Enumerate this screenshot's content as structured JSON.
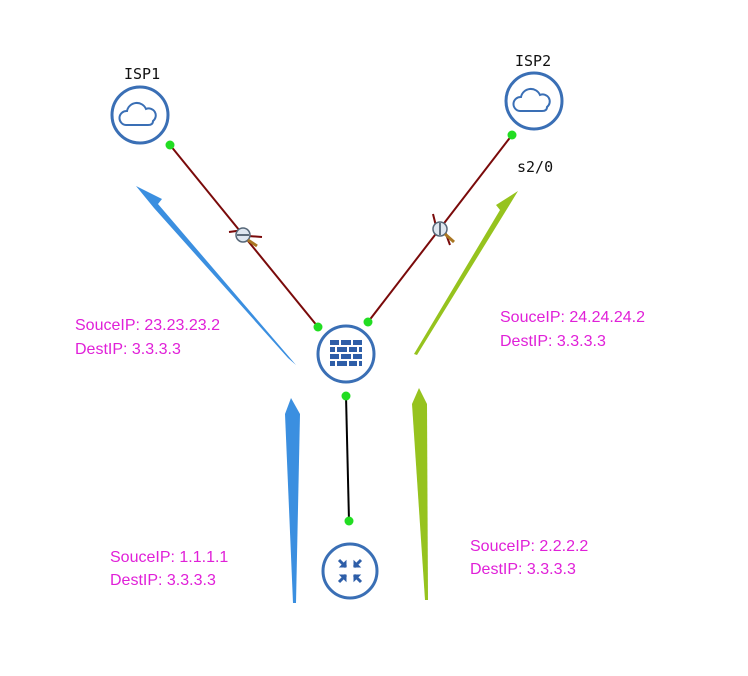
{
  "colors": {
    "device_ring": "#3a6fb5",
    "link_wan": "#7a0a0a",
    "link_lan": "#000000",
    "port": "#22dd22",
    "arrow_blue": "#3b8fe0",
    "arrow_green": "#96c31e",
    "text_magenta": "#e020d8"
  },
  "devices": {
    "isp1": {
      "label": "ISP1",
      "icon": "cloud-icon"
    },
    "isp2": {
      "label": "ISP2",
      "icon": "cloud-icon"
    },
    "firewall": {
      "icon": "firewall-icon"
    },
    "router": {
      "icon": "router-icon"
    }
  },
  "interfaces": {
    "isp2_port_label": "s2/0"
  },
  "flows": {
    "out_isp1": {
      "source": "SouceIP: 23.23.23.2",
      "dest": "DestIP: 3.3.3.3"
    },
    "out_isp2": {
      "source": "SouceIP: 24.24.24.2",
      "dest": "DestIP: 3.3.3.3"
    },
    "in_blue": {
      "source": "SouceIP: 1.1.1.1",
      "dest": "DestIP: 3.3.3.3"
    },
    "in_green": {
      "source": "SouceIP: 2.2.2.2",
      "dest": "DestIP: 3.3.3.3"
    }
  }
}
